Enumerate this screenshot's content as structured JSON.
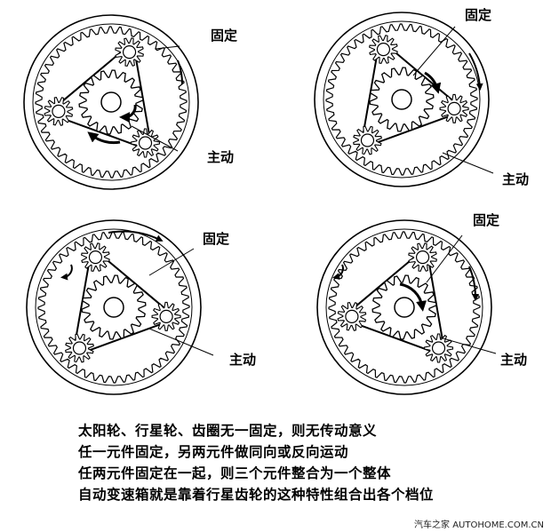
{
  "diagrams": [
    {
      "fixed_label": "固定",
      "drive_label": "主动"
    },
    {
      "fixed_label": "固定",
      "drive_label": "主动"
    },
    {
      "fixed_label": "固定",
      "drive_label": "主动"
    },
    {
      "fixed_label": "固定",
      "drive_label": "主动"
    }
  ],
  "captions": [
    "太阳轮、行星轮、齿圈无一固定，则无传动意义",
    "任一元件固定，另两元件做同向或反向运动",
    "任两元件固定在一起，则三个元件整合为一个整体",
    "自动变速箱就是靠着行星齿轮的这种特性组合出各个档位"
  ],
  "watermark": "汽车之家 AUTOHOME.COM.CN"
}
